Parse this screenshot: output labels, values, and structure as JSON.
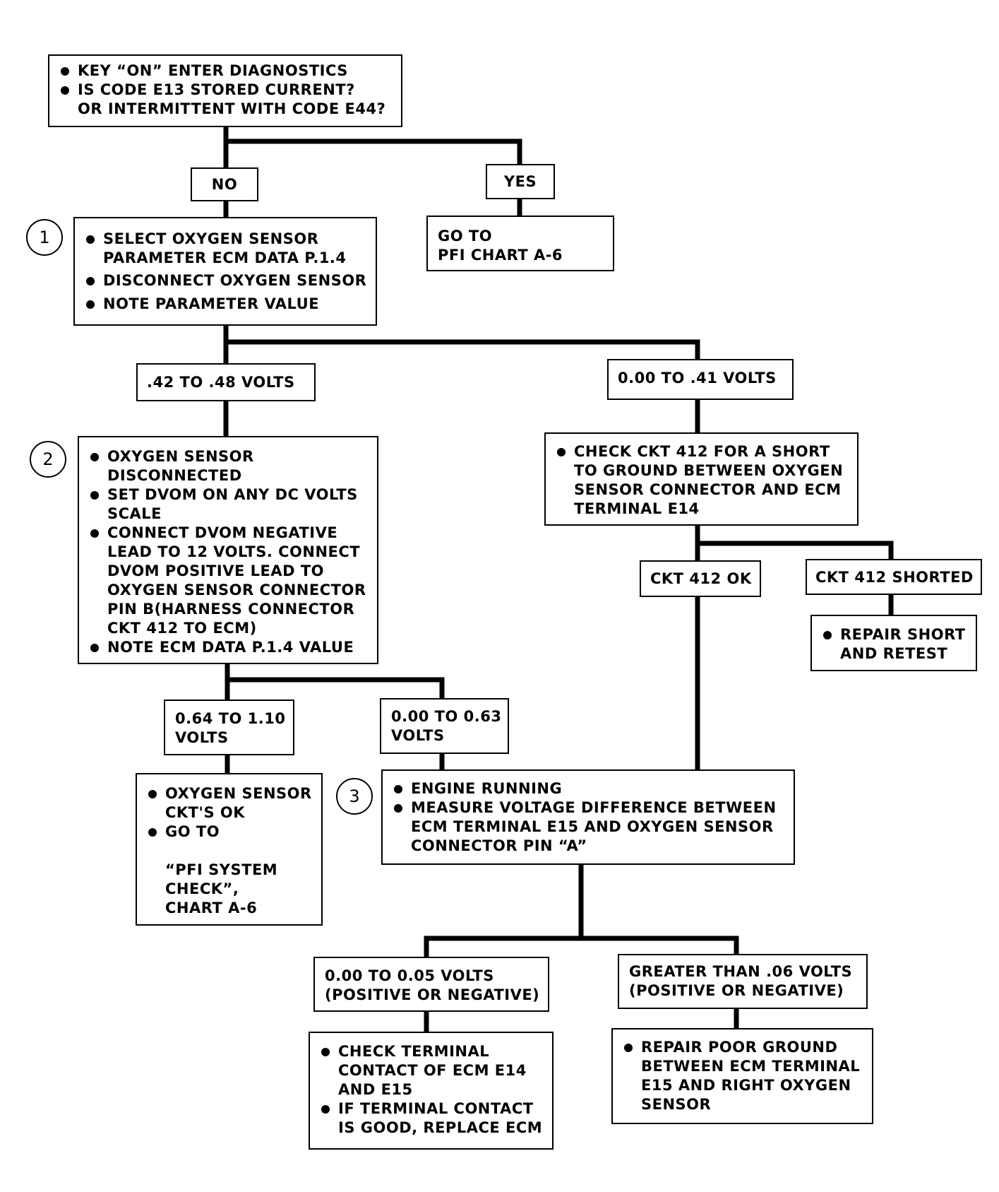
{
  "start": {
    "bullets": [
      {
        "lines": [
          "KEY “ON” ENTER DIAGNOSTICS"
        ]
      },
      {
        "lines": [
          "IS CODE E13 STORED CURRENT?",
          "OR INTERMITTENT WITH CODE E44?"
        ]
      }
    ]
  },
  "branches": {
    "no": "NO",
    "yes": "YES",
    "v_42_48": ".42 TO .48 VOLTS",
    "v_00_41": "0.00 TO .41 VOLTS",
    "ckt_ok": "CKT 412 OK",
    "ckt_shorted": "CKT 412 SHORTED",
    "v_064_110": [
      "0.64 TO 1.10",
      "VOLTS"
    ],
    "v_000_063": [
      "0.00 TO 0.63",
      "VOLTS"
    ],
    "v_000_005": [
      "0.00 TO 0.05 VOLTS",
      "(POSITIVE OR NEGATIVE)"
    ],
    "v_gt_06": [
      "GREATER THAN .06 VOLTS",
      "(POSITIVE OR NEGATIVE)"
    ]
  },
  "steps": {
    "s1": "1",
    "s2": "2",
    "s3": "3"
  },
  "yes_action": {
    "lines": [
      "GO TO",
      "PFI CHART A-6"
    ]
  },
  "step1": {
    "bullets": [
      {
        "lines": [
          "SELECT OXYGEN SENSOR",
          "PARAMETER  ECM DATA P.1.4"
        ]
      },
      {
        "lines": [
          "DISCONNECT OXYGEN SENSOR"
        ]
      },
      {
        "lines": [
          "NOTE PARAMETER VALUE"
        ]
      }
    ]
  },
  "step2": {
    "bullets": [
      {
        "lines": [
          "OXYGEN SENSOR",
          "DISCONNECTED"
        ]
      },
      {
        "lines": [
          "SET DVOM ON ANY DC VOLTS",
          "SCALE"
        ]
      },
      {
        "lines": [
          "CONNECT DVOM NEGATIVE",
          "LEAD TO 12 VOLTS. CONNECT",
          "DVOM POSITIVE LEAD TO",
          "OXYGEN SENSOR CONNECTOR",
          "PIN B(HARNESS CONNECTOR",
          "CKT 412 TO ECM)"
        ]
      },
      {
        "lines": [
          "NOTE ECM DATA P.1.4 VALUE"
        ]
      }
    ]
  },
  "check_short": {
    "bullets": [
      {
        "lines": [
          "CHECK CKT 412 FOR A SHORT",
          "TO GROUND BETWEEN OXYGEN",
          "SENSOR CONNECTOR AND ECM",
          "TERMINAL E14"
        ]
      }
    ]
  },
  "repair_short": {
    "bullets": [
      {
        "lines": [
          "REPAIR SHORT",
          "AND RETEST"
        ]
      }
    ]
  },
  "sensor_ok": {
    "bullets": [
      {
        "lines": [
          "OXYGEN SENSOR",
          "CKT'S OK"
        ]
      },
      {
        "lines": [
          "GO TO",
          "",
          "“PFI SYSTEM",
          "CHECK”,",
          "CHART A-6"
        ]
      }
    ]
  },
  "step3": {
    "bullets": [
      {
        "lines": [
          "ENGINE RUNNING"
        ]
      },
      {
        "lines": [
          "MEASURE VOLTAGE DIFFERENCE BETWEEN",
          "ECM TERMINAL E15 AND OXYGEN SENSOR",
          "CONNECTOR PIN “A”"
        ]
      }
    ]
  },
  "check_terminal": {
    "bullets": [
      {
        "lines": [
          "CHECK TERMINAL",
          "CONTACT OF ECM E14",
          "AND E15"
        ]
      },
      {
        "lines": [
          "IF TERMINAL CONTACT",
          "IS GOOD, REPLACE ECM"
        ]
      }
    ]
  },
  "repair_ground": {
    "bullets": [
      {
        "lines": [
          "REPAIR POOR GROUND",
          "BETWEEN ECM TERMINAL",
          "E15 AND RIGHT OXYGEN",
          "SENSOR"
        ]
      }
    ]
  }
}
